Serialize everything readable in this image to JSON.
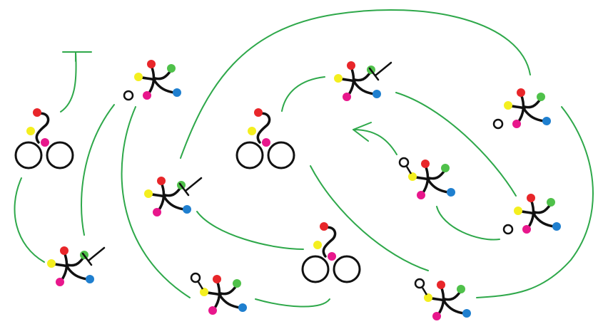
{
  "colors": {
    "background": "#ffffff",
    "arrow": "#2ea84a",
    "structure": "#111111",
    "red": "#e8262a",
    "green": "#4fc14a",
    "blue": "#1f7fcf",
    "yellow": "#f4ef1f",
    "magenta": "#e8178c"
  },
  "glyphs": [
    {
      "id": "bike-left",
      "type": "bicycle"
    },
    {
      "id": "bike-center",
      "type": "bicycle"
    },
    {
      "id": "bike-bottom",
      "type": "bicycle"
    },
    {
      "id": "branch-top-left",
      "type": "branched",
      "mod": "ring"
    },
    {
      "id": "branch-top-center",
      "type": "branched",
      "mod": "bar"
    },
    {
      "id": "branch-top-right",
      "type": "branched",
      "mod": "ring"
    },
    {
      "id": "branch-mid-left",
      "type": "branched",
      "mod": "bar"
    },
    {
      "id": "branch-mid-right",
      "type": "branched",
      "mod": "stem-ring"
    },
    {
      "id": "branch-right",
      "type": "branched",
      "mod": "ring"
    },
    {
      "id": "branch-bottom-left",
      "type": "branched",
      "mod": "bar"
    },
    {
      "id": "branch-bottom-center",
      "type": "branched",
      "mod": "stem-ring"
    },
    {
      "id": "branch-bottom-right",
      "type": "branched",
      "mod": "stem-ring"
    }
  ]
}
